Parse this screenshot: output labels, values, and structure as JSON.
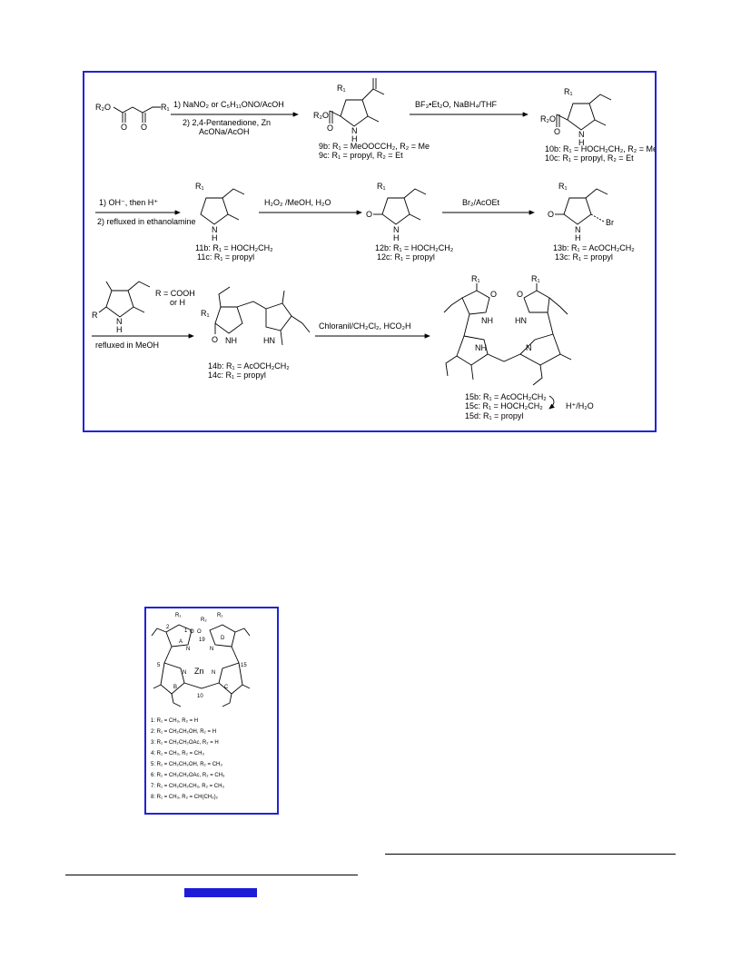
{
  "scheme": {
    "row1": {
      "start_r2o": "R₂O",
      "start_r1": "R₁",
      "step1_a": "1) NaNO₂ or C₅H₁₁ONO/AcOH",
      "step1_b": "2) 2,4-Pentanedione, Zn",
      "step1_c": "AcONa/AcOH",
      "p9_r1": "R₁",
      "p9_r2o": "R₂O",
      "p9_nh": "N",
      "p9_h": "H",
      "label_9b": "9b: R₁ = MeOOCCH₂, R₂ = Me",
      "label_9c": "9c: R₁ = propyl, R₂ = Et",
      "step2": "BF₃•Et₂O, NaBH₄/THF",
      "p10_r1": "R₁",
      "p10_r2o": "R₂O",
      "label_10b": "10b: R₁ = HOCH₂CH₂, R₂ = Me",
      "label_10c": "10c: R₁ = propyl, R₂ = Et"
    },
    "row2": {
      "step3_a": "1) OH⁻, then H⁺",
      "step3_b": "2) refluxed in ethanolamine",
      "p11_r1": "R₁",
      "label_11b": "11b: R₁ = HOCH₂CH₂",
      "label_11c": "11c: R₁ = propyl",
      "step4": "H₂O₂ /MeOH, H₂O",
      "p12_r1": "R₁",
      "label_12b": "12b: R₁ = HOCH₂CH₂",
      "label_12c": "12c: R₁ = propyl",
      "step5": "Br₂/AcOEt",
      "p13_r1": "R₁",
      "p13_br": "Br",
      "label_13b": "13b: R₁ = AcOCH₂CH₂",
      "label_13c": "13c: R₁ = propyl"
    },
    "row3": {
      "reagent_r": "R",
      "r_def_a": "R = COOH",
      "r_def_b": "or H",
      "step6": "refluxed in MeOH",
      "p14_r1": "R₁",
      "label_14b": "14b: R₁ = AcOCH₂CH₂",
      "label_14c": "14c: R₁ = propyl",
      "step7": "Chloranil/CH₂Cl₂, HCO₂H",
      "p15_r1a": "R₁",
      "p15_r1b": "R₁",
      "label_15b": "15b: R₁ = AcOCH₂CH₂",
      "label_15c": "15c: R₁ = HOCH₂CH₂",
      "label_15d": "15d: R₁ = propyl",
      "hydrolysis": "H⁺/H₂O"
    }
  },
  "figure": {
    "r1_left": "R₁",
    "r1_right": "R₁",
    "r2": "R₂",
    "metal": "Zn",
    "pos_1": "1",
    "pos_2": "2",
    "pos_5": "5",
    "pos_10": "10",
    "pos_15": "15",
    "pos_19": "19",
    "ring_a": "A",
    "ring_b": "B",
    "ring_c": "C",
    "ring_d": "D",
    "compounds": [
      "1: R₁ = CH₃, R₂ = H",
      "2: R₁ = CH₂CH₂OH, R₂ = H",
      "3: R₁ = CH₂CH₂OAc, R₂ = H",
      "4: R₁ = CH₃, R₂ = CH₃",
      "5: R₁ = CH₂CH₂OH, R₂ = CH₃",
      "6: R₁ = CH₂CH₂OAc, R₂ = CH₃",
      "7: R₁ = CH₂CH₂CH₃, R₂ = CH₃",
      "8: R₁ = CH₃, R₂ = CH(CH₃)₂"
    ]
  },
  "colors": {
    "frame": "#2323d6",
    "link": "#1c1cd8"
  }
}
